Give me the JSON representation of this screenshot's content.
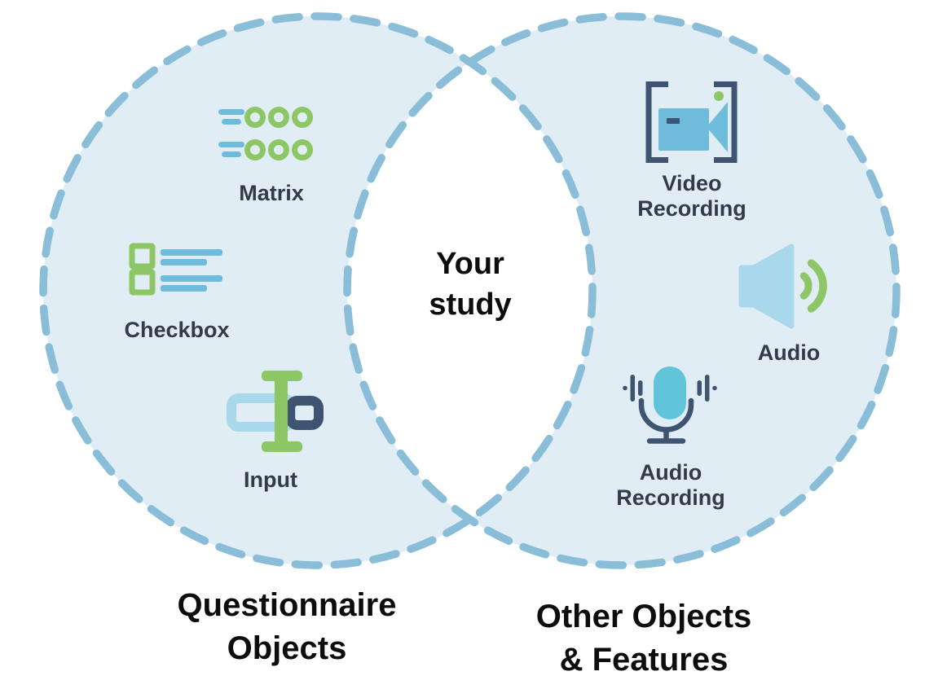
{
  "colors": {
    "circle_fill": "#e1edf5",
    "circle_stroke": "#89bdd8",
    "green": "#8dc765",
    "blue": "#6ebbdc",
    "light_blue": "#a9d8eb",
    "teal": "#60c5d8",
    "navy": "#3e5470",
    "label_color": "#333b4a",
    "caption_color": "#0d0d0d"
  },
  "center_label": {
    "line1": "Your",
    "line2": "study"
  },
  "left_set": {
    "caption_line1": "Questionnaire",
    "caption_line2": "Objects",
    "items": [
      {
        "label": "Matrix",
        "icon": "matrix-icon"
      },
      {
        "label": "Checkbox",
        "icon": "checkbox-icon"
      },
      {
        "label": "Input",
        "icon": "input-icon"
      }
    ]
  },
  "right_set": {
    "caption_line1": "Other Objects",
    "caption_line2": "& Features",
    "items": [
      {
        "label_line1": "Video",
        "label_line2": "Recording",
        "icon": "video-camera-icon"
      },
      {
        "label": "Audio",
        "icon": "speaker-icon"
      },
      {
        "label_line1": "Audio",
        "label_line2": "Recording",
        "icon": "microphone-icon"
      }
    ]
  }
}
